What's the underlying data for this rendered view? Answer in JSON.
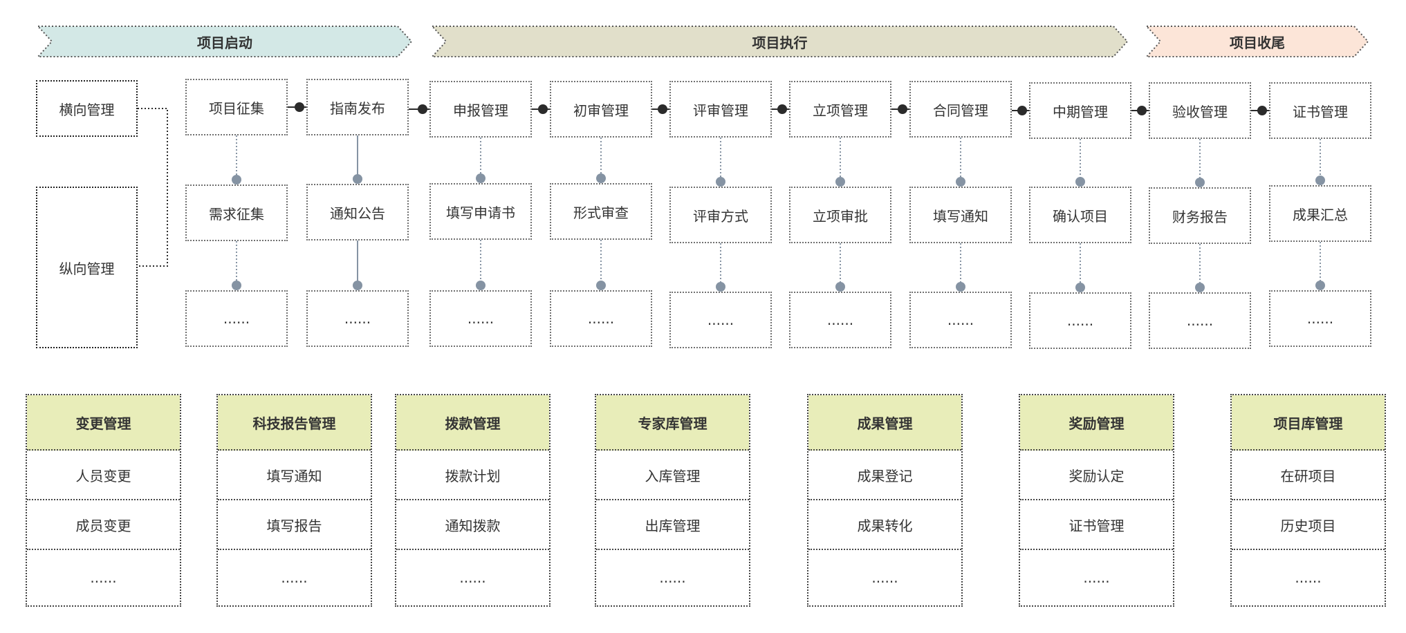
{
  "phases": [
    {
      "label": "项目启动",
      "fill": "#d3e8e6"
    },
    {
      "label": "项目执行",
      "fill": "#e1dfca"
    },
    {
      "label": "项目收尾",
      "fill": "#fce5d8"
    }
  ],
  "side_boxes": [
    "横向管理",
    "纵向管理"
  ],
  "columns": [
    {
      "top": "项目征集",
      "mid": "需求征集",
      "bottom": "......"
    },
    {
      "top": "指南发布",
      "mid": "通知公告",
      "bottom": "......"
    },
    {
      "top": "申报管理",
      "mid": "填写申请书",
      "bottom": "......"
    },
    {
      "top": "初审管理",
      "mid": "形式审查",
      "bottom": "......"
    },
    {
      "top": "评审管理",
      "mid": "评审方式",
      "bottom": "......"
    },
    {
      "top": "立项管理",
      "mid": "立项审批",
      "bottom": "......"
    },
    {
      "top": "合同管理",
      "mid": "填写通知",
      "bottom": "......"
    },
    {
      "top": "中期管理",
      "mid": "确认项目",
      "bottom": "......"
    },
    {
      "top": "验收管理",
      "mid": "财务报告",
      "bottom": "......"
    },
    {
      "top": "证书管理",
      "mid": "成果汇总",
      "bottom": "......"
    }
  ],
  "cards": [
    {
      "title": "变更管理",
      "items": [
        "人员变更",
        "成员变更",
        "......"
      ]
    },
    {
      "title": "科技报告管理",
      "items": [
        "填写通知",
        "填写报告",
        "......"
      ]
    },
    {
      "title": "拨款管理",
      "items": [
        "拨款计划",
        "通知拨款",
        "......"
      ]
    },
    {
      "title": "专家库管理",
      "items": [
        "入库管理",
        "出库管理",
        "......"
      ]
    },
    {
      "title": "成果管理",
      "items": [
        "成果登记",
        "成果转化",
        "......"
      ]
    },
    {
      "title": "奖励管理",
      "items": [
        "奖励认定",
        "证书管理",
        "......"
      ]
    },
    {
      "title": "项目库管理",
      "items": [
        "在研项目",
        "历史项目",
        "......"
      ]
    }
  ],
  "colors": {
    "connector_dark": "#2b2b2b",
    "connector_grey": "#8593a3",
    "card_header": "#e8edb9"
  }
}
